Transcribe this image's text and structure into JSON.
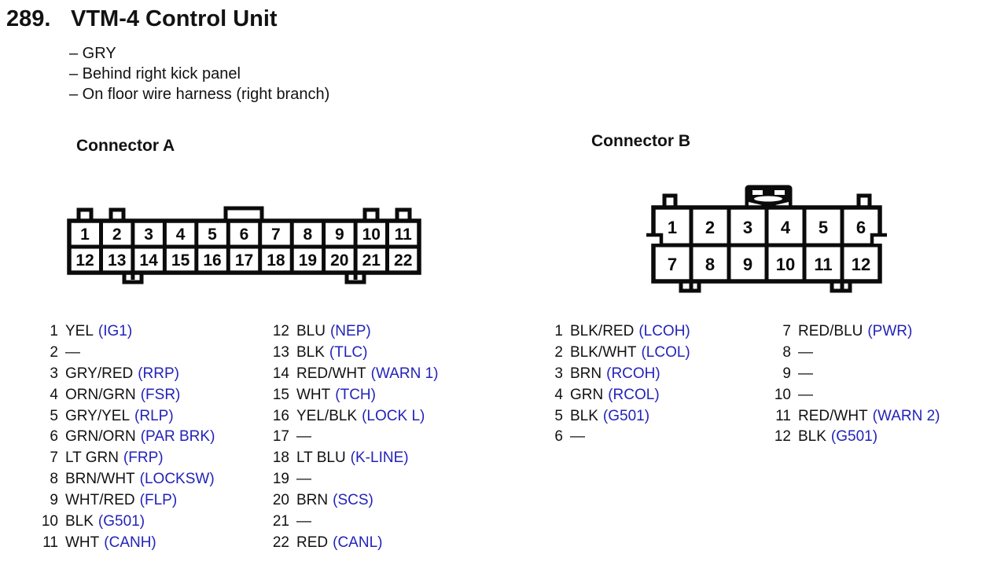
{
  "page": {
    "title_number": "289.",
    "title": "VTM-4 Control Unit",
    "notes": [
      "– GRY",
      "– Behind right kick panel",
      "– On floor wire harness (right branch)"
    ]
  },
  "colors": {
    "signal_blue": "#2323b8",
    "ink_black": "#121212"
  },
  "connector_a": {
    "label": "Connector A",
    "grid_top": [
      "1",
      "2",
      "3",
      "4",
      "5",
      "6",
      "7",
      "8",
      "9",
      "10",
      "11"
    ],
    "grid_bottom": [
      "12",
      "13",
      "14",
      "15",
      "16",
      "17",
      "18",
      "19",
      "20",
      "21",
      "22"
    ],
    "pins_col1": [
      {
        "num": "1",
        "wire": "YEL",
        "signal": "(IG1)"
      },
      {
        "num": "2",
        "wire": "—",
        "signal": ""
      },
      {
        "num": "3",
        "wire": "GRY/RED",
        "signal": "(RRP)"
      },
      {
        "num": "4",
        "wire": "ORN/GRN",
        "signal": "(FSR)"
      },
      {
        "num": "5",
        "wire": "GRY/YEL",
        "signal": "(RLP)"
      },
      {
        "num": "6",
        "wire": "GRN/ORN",
        "signal": "(PAR BRK)"
      },
      {
        "num": "7",
        "wire": "LT GRN",
        "signal": "(FRP)"
      },
      {
        "num": "8",
        "wire": "BRN/WHT",
        "signal": "(LOCKSW)"
      },
      {
        "num": "9",
        "wire": "WHT/RED",
        "signal": "(FLP)"
      },
      {
        "num": "10",
        "wire": "BLK",
        "signal": "(G501)"
      },
      {
        "num": "11",
        "wire": "WHT",
        "signal": "(CANH)"
      }
    ],
    "pins_col2": [
      {
        "num": "12",
        "wire": "BLU",
        "signal": "(NEP)"
      },
      {
        "num": "13",
        "wire": "BLK",
        "signal": "(TLC)"
      },
      {
        "num": "14",
        "wire": "RED/WHT",
        "signal": "(WARN 1)"
      },
      {
        "num": "15",
        "wire": "WHT",
        "signal": "(TCH)"
      },
      {
        "num": "16",
        "wire": "YEL/BLK",
        "signal": "(LOCK L)"
      },
      {
        "num": "17",
        "wire": "—",
        "signal": ""
      },
      {
        "num": "18",
        "wire": "LT BLU",
        "signal": "(K-LINE)"
      },
      {
        "num": "19",
        "wire": "—",
        "signal": ""
      },
      {
        "num": "20",
        "wire": "BRN",
        "signal": "(SCS)"
      },
      {
        "num": "21",
        "wire": "—",
        "signal": ""
      },
      {
        "num": "22",
        "wire": "RED",
        "signal": "(CANL)"
      }
    ]
  },
  "connector_b": {
    "label": "Connector B",
    "grid_top": [
      "1",
      "2",
      "3",
      "4",
      "5",
      "6"
    ],
    "grid_bottom": [
      "7",
      "8",
      "9",
      "10",
      "11",
      "12"
    ],
    "pins_col1": [
      {
        "num": "1",
        "wire": "BLK/RED",
        "signal": "(LCOH)"
      },
      {
        "num": "2",
        "wire": "BLK/WHT",
        "signal": "(LCOL)"
      },
      {
        "num": "3",
        "wire": "BRN",
        "signal": "(RCOH)"
      },
      {
        "num": "4",
        "wire": "GRN",
        "signal": "(RCOL)"
      },
      {
        "num": "5",
        "wire": "BLK",
        "signal": "(G501)"
      },
      {
        "num": "6",
        "wire": "—",
        "signal": ""
      }
    ],
    "pins_col2": [
      {
        "num": "7",
        "wire": "RED/BLU",
        "signal": "(PWR)"
      },
      {
        "num": "8",
        "wire": "—",
        "signal": ""
      },
      {
        "num": "9",
        "wire": "—",
        "signal": ""
      },
      {
        "num": "10",
        "wire": "—",
        "signal": ""
      },
      {
        "num": "11",
        "wire": "RED/WHT",
        "signal": "(WARN 2)"
      },
      {
        "num": "12",
        "wire": "BLK",
        "signal": "(G501)"
      }
    ]
  }
}
